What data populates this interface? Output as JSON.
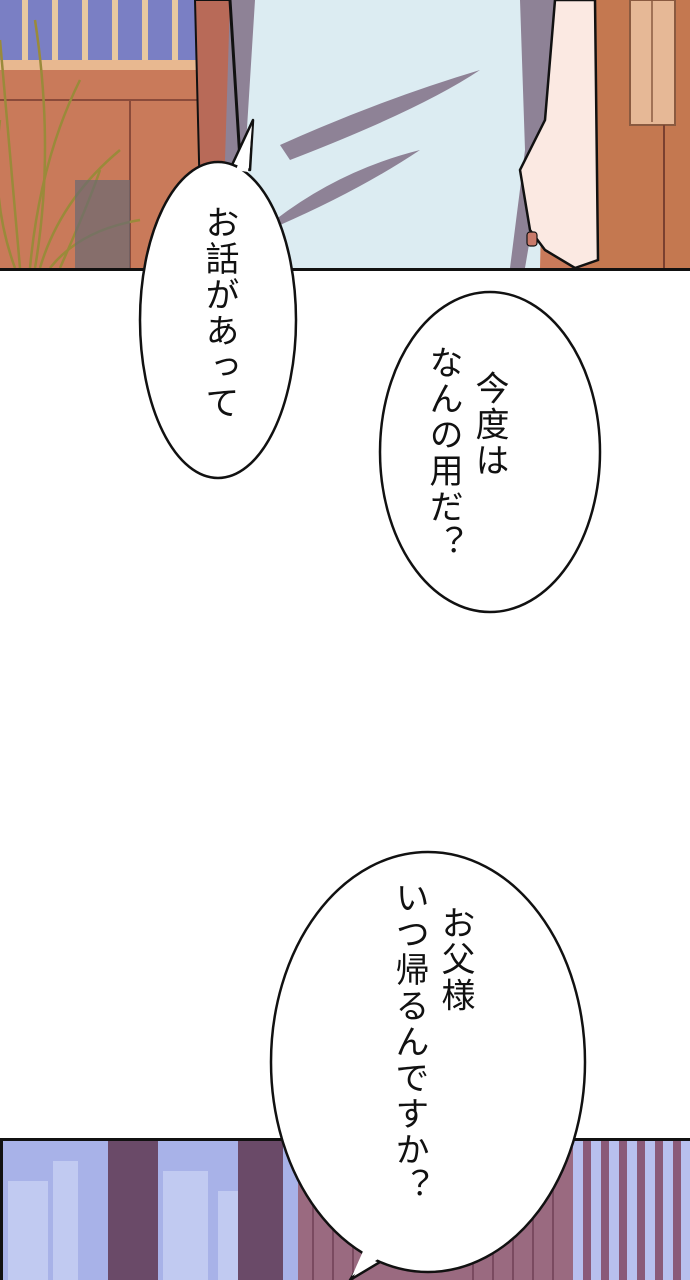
{
  "page": {
    "type": "webtoon-page",
    "background": "#ffffff"
  },
  "panels": {
    "top": {
      "description": "Character in light-blue top standing in wood-paneled office with potted plant and window",
      "colors": {
        "wall": "#c97a5a",
        "wall_dark": "#a45a40",
        "shirt": "#dcecf2",
        "shirt_shadow": "#8e8296",
        "skin": "#fbe9e2",
        "skin_shadow": "#d99a86",
        "window": "#7a7fc4",
        "plant": "#9a8a3a"
      }
    },
    "bottom": {
      "description": "Night city skyline through office windows with vertical blinds",
      "colors": {
        "city": "#a8b2e8",
        "pillar": "#6a4a68",
        "blinds": "#9a6a80"
      }
    }
  },
  "balloons": [
    {
      "id": "balloon-1",
      "text": "お話があって",
      "lines": [
        "お話があって"
      ]
    },
    {
      "id": "balloon-2",
      "text": "今度は なんの用だ？",
      "lines": [
        "今度は",
        "なんの用だ？"
      ]
    },
    {
      "id": "balloon-3",
      "text": "お父様 いつ帰るんですか？",
      "lines": [
        "お父様",
        "いつ帰るんですか？"
      ]
    }
  ]
}
